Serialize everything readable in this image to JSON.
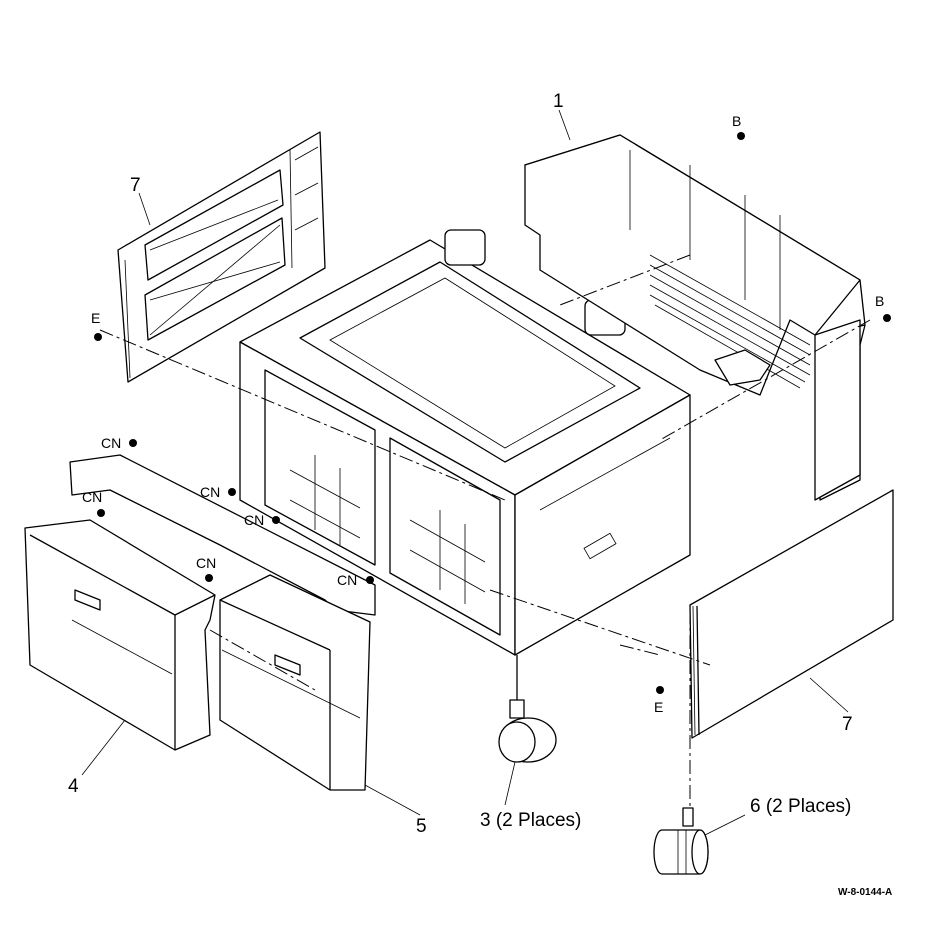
{
  "diagram": {
    "code": "W-8-0144-A",
    "parts": [
      {
        "id": "p1",
        "label": "1"
      },
      {
        "id": "p3",
        "label": "3 (2 Places)"
      },
      {
        "id": "p4",
        "label": "4"
      },
      {
        "id": "p5",
        "label": "5"
      },
      {
        "id": "p6",
        "label": "6 (2 Places)"
      },
      {
        "id": "p7a",
        "label": "7"
      },
      {
        "id": "p7b",
        "label": "7"
      }
    ],
    "markers": {
      "b": "B",
      "e": "E",
      "cn": "CN"
    }
  }
}
